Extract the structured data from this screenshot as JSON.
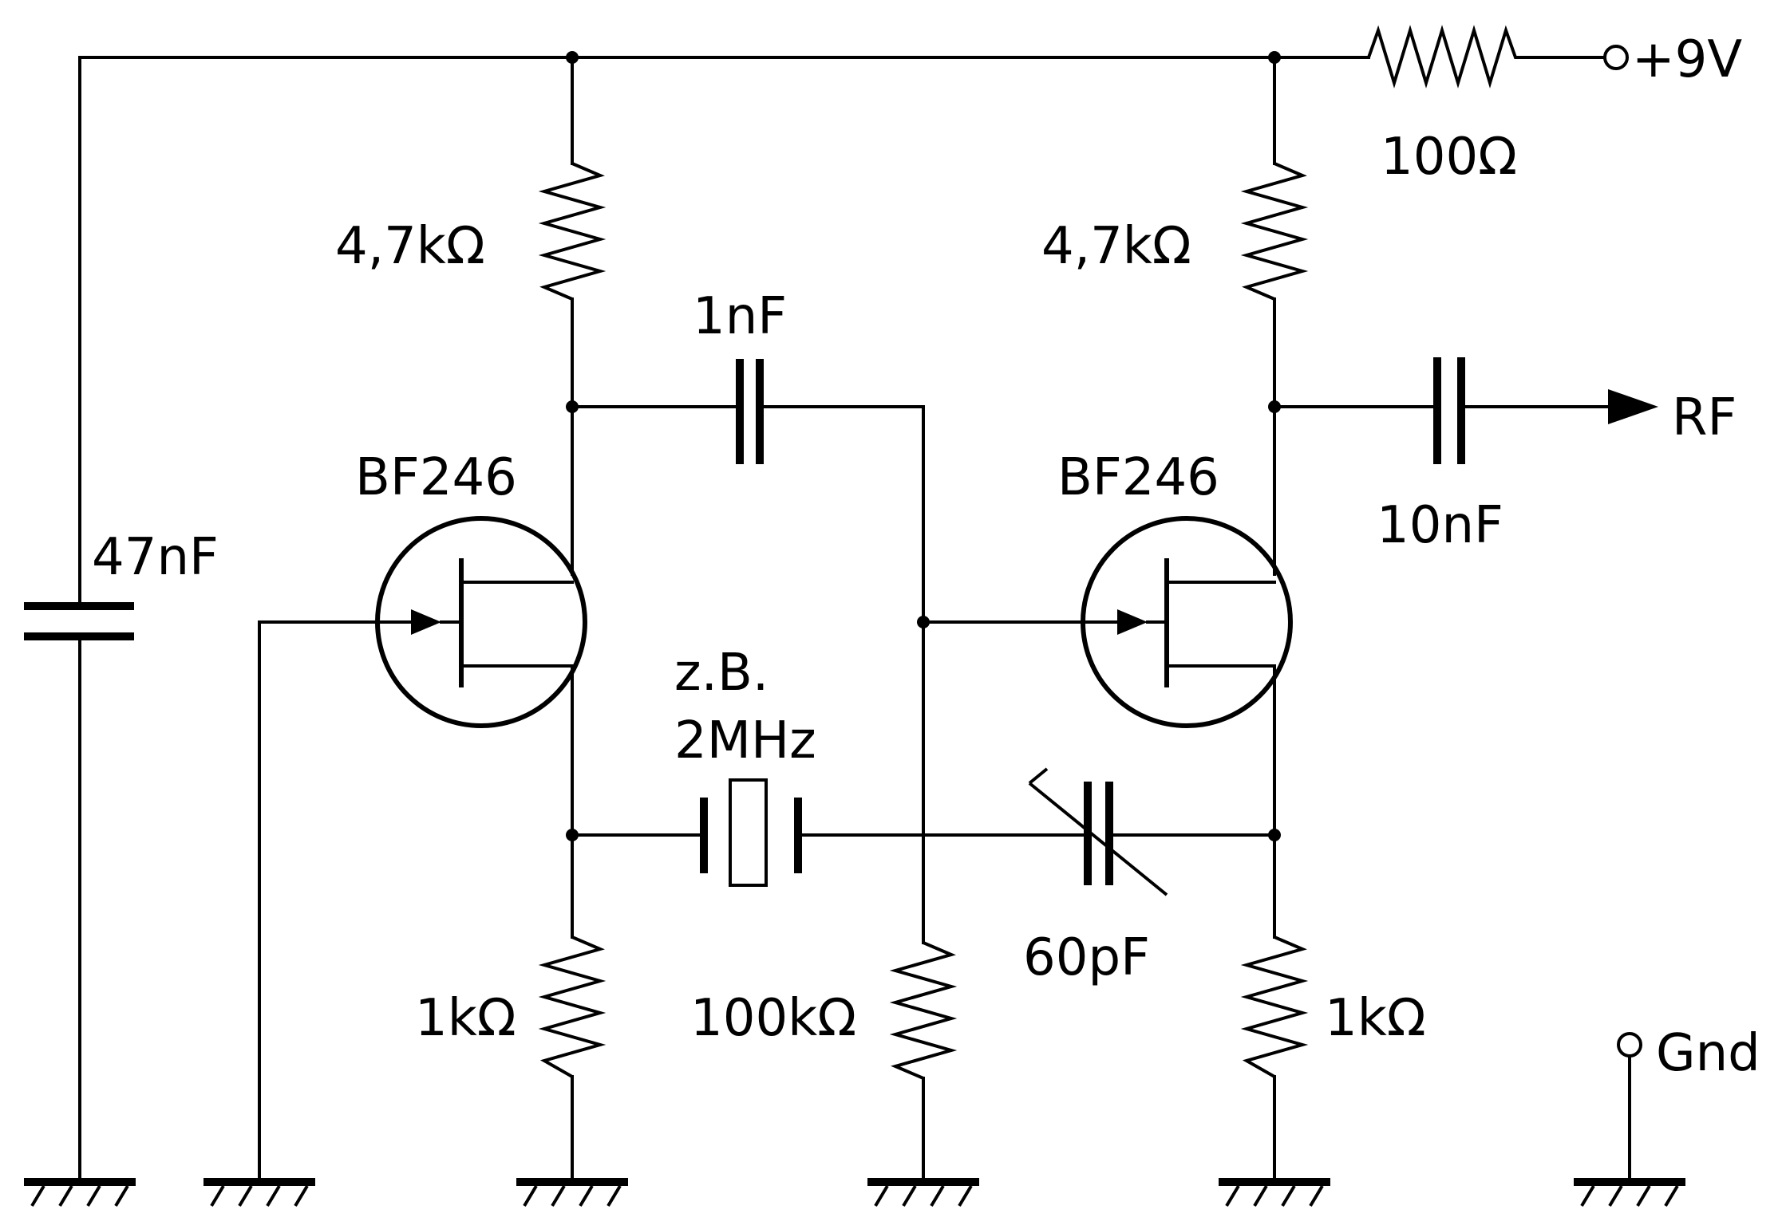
{
  "labels": {
    "supply": "+9V",
    "r_supply": "100Ω",
    "r_drain_left": "4,7kΩ",
    "r_drain_right": "4,7kΩ",
    "c_coupling": "1nF",
    "c_output": "10nF",
    "output": "RF",
    "c_decouple": "47nF",
    "fet_left": "BF246",
    "fet_right": "BF246",
    "crystal_line1": "z.B.",
    "crystal_line2": "2MHz",
    "c_trimmer": "60pF",
    "r_source_left": "1kΩ",
    "r_gate": "100kΩ",
    "r_source_right": "1kΩ",
    "ground": "Gnd"
  }
}
